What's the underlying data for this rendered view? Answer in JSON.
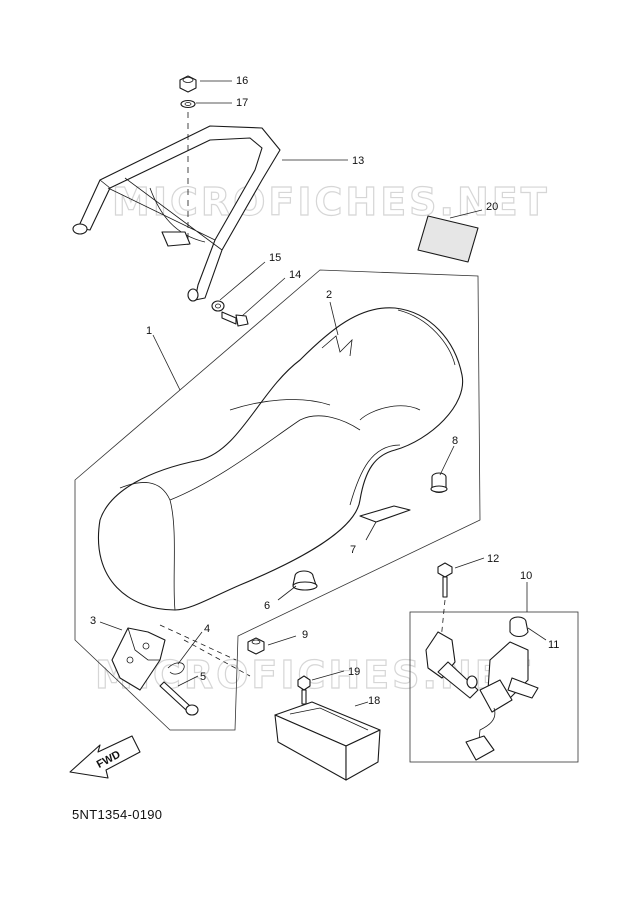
{
  "watermark": "MICROFICHES.NET",
  "fwd_label": "FWD",
  "footer_code": "5NT1354-0190",
  "callouts": {
    "c1": "1",
    "c2": "2",
    "c3": "3",
    "c4": "4",
    "c5": "5",
    "c6": "6",
    "c7": "7",
    "c8": "8",
    "c9": "9",
    "c10": "10",
    "c11": "11",
    "c12": "12",
    "c13": "13",
    "c14": "14",
    "c15": "15",
    "c16": "16",
    "c17": "17",
    "c18": "18",
    "c19": "19",
    "c20": "20"
  }
}
